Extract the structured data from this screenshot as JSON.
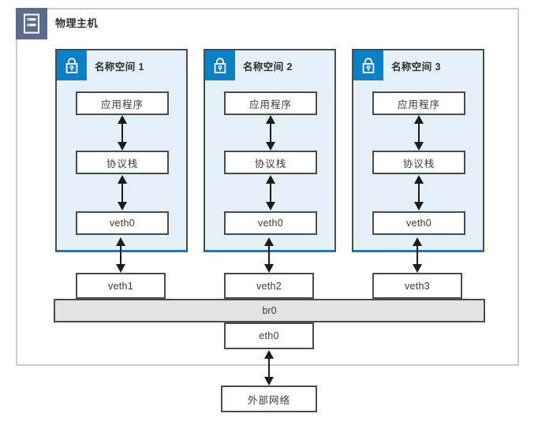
{
  "host": {
    "title": "物理主机",
    "icon": "server-icon",
    "icon_bg": "#5b6b8c",
    "border_color": "#c9cdd2"
  },
  "namespaces": [
    {
      "title": "名称空间 1",
      "icon": "lock-icon",
      "icon_bg": "#0d7fc4",
      "background": "#e4f0f7",
      "accent": "#0d7fc4",
      "nodes": [
        {
          "label": "应用程序"
        },
        {
          "label": "协议栈"
        },
        {
          "label": "veth0"
        }
      ]
    },
    {
      "title": "名称空间 2",
      "icon": "lock-icon",
      "icon_bg": "#0d7fc4",
      "background": "#e4f0f7",
      "accent": "#0d7fc4",
      "nodes": [
        {
          "label": "应用程序"
        },
        {
          "label": "协议栈"
        },
        {
          "label": "veth0"
        }
      ]
    },
    {
      "title": "名称空间 3",
      "icon": "lock-icon",
      "icon_bg": "#0d7fc4",
      "background": "#e4f0f7",
      "accent": "#0d7fc4",
      "nodes": [
        {
          "label": "应用程序"
        },
        {
          "label": "协议栈"
        },
        {
          "label": "veth0"
        }
      ]
    }
  ],
  "host_nodes": {
    "veth1": "veth1",
    "veth2": "veth2",
    "veth3": "veth3",
    "bridge": "br0",
    "eth0": "eth0",
    "external_network": "外部网络"
  },
  "colors": {
    "box_border": "#4b4b4b",
    "box_fill": "#ffffff",
    "bridge_fill": "#e3e3e3",
    "namespace_fill": "#e4f0f7",
    "accent_blue": "#0d7fc4",
    "host_icon_blue": "#5b6b8c",
    "text": "#3a3a3a",
    "arrow": "#1c1c1c"
  }
}
